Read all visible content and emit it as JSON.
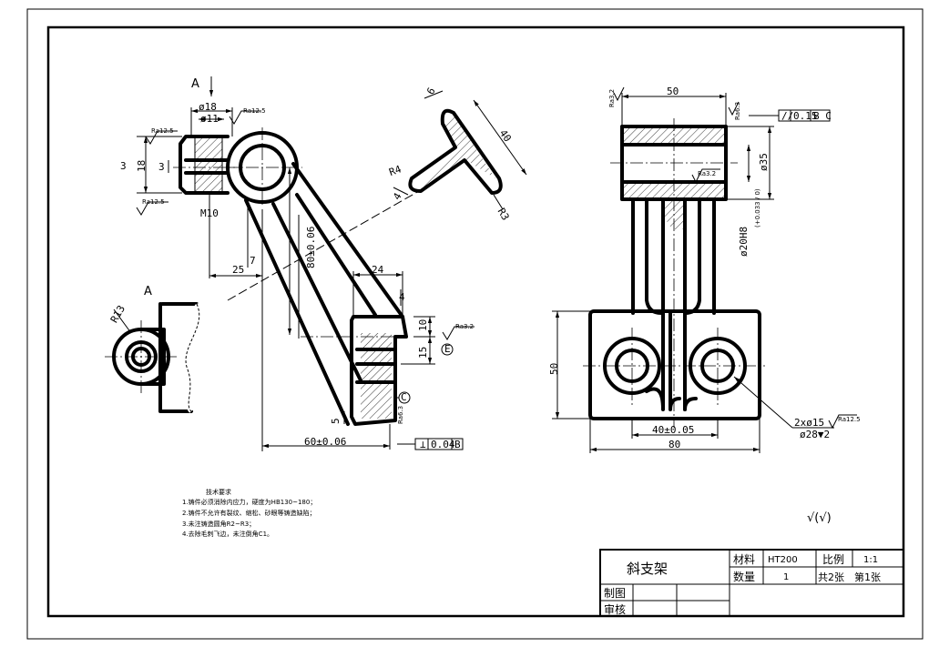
{
  "view_labels": {
    "a_top": "A",
    "a_view": "A"
  },
  "dims_left": {
    "d18": "ø18",
    "d11": "ø11",
    "three_a": "3",
    "eighteen": "18",
    "three_b": "3",
    "m10": "M10",
    "twentyfive": "25",
    "seven": "7",
    "eighty": "80±0.06",
    "twentyfour": "24",
    "four": "4",
    "ten": "10",
    "fifteen": "15",
    "five": "5",
    "sixty": "60±0.06",
    "r13": "R13",
    "r4": "R4",
    "r3": "R3",
    "rib_w": "6",
    "rib_len": "40",
    "rib_t": "4",
    "datum_c": "C",
    "datum_e": "E"
  },
  "roughness": {
    "r1": "Ra12.5",
    "r2": "Ra12.5",
    "r3": "Ra12.5",
    "r4": "Ra3.2",
    "r5": "Ra3.2",
    "r6": "Ra6.3",
    "r7": "Ra6.3",
    "r8": "Ra3.2",
    "r9": "Ra12.5"
  },
  "tolerance_left": {
    "symbol": "⊥",
    "value": "0.04",
    "datum": "B"
  },
  "dims_right": {
    "fifty_top": "50",
    "d35": "ø35",
    "d20": "ø20H8",
    "d20_tol": "(+0.033 / 0)",
    "fifty_side": "50",
    "forty": "40±0.05",
    "eighty": "80",
    "holes": "2xø15",
    "counterbore": "ø28▼2"
  },
  "tolerance_right": {
    "symbol": "//",
    "value": "0.15",
    "datum": "B C"
  },
  "tech_requirements": {
    "title": "技术要求",
    "lines": [
      "1.铸件必须消除内应力，硬度为HB130~180；",
      "2.铸件不允许有裂纹、缩松、砂眼等铸造缺陷；",
      "3.未注铸造圆角R2~R3；",
      "4.去除毛刺飞边，未注倒角C1。"
    ]
  },
  "general_roughness": "√(√)",
  "title_block": {
    "name": "斜支架",
    "material_label": "材料",
    "material": "HT200",
    "scale_label": "比例",
    "scale": "1:1",
    "qty_label": "数量",
    "qty": "1",
    "sheets": "共2张",
    "sheet_no": "第1张",
    "drawn_label": "制图",
    "checked_label": "审核"
  }
}
